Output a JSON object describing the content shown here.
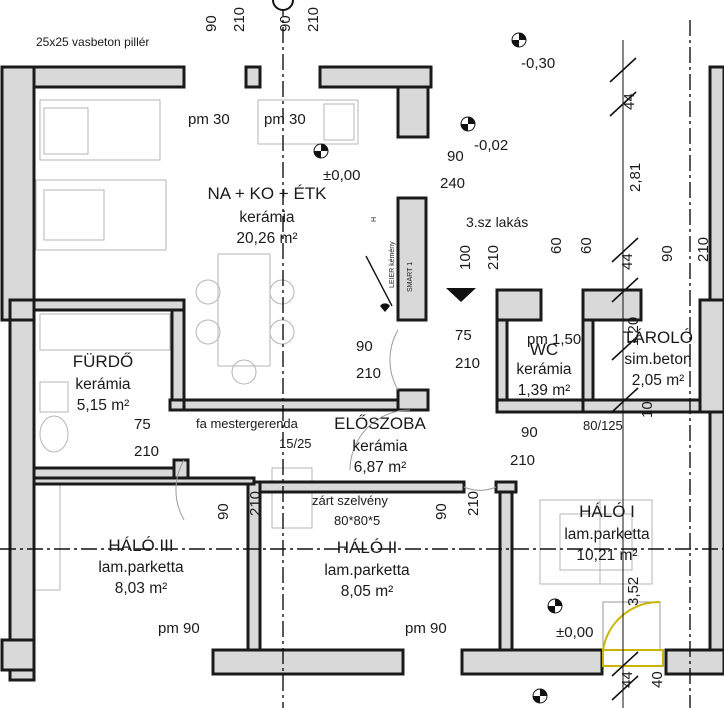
{
  "annotations": {
    "column_note": "25x25 vasbeton pillér",
    "beam_note": "fa mestergerenda",
    "beam_size": "15/25",
    "profile_note": "zárt szelvény",
    "profile_size": "80*80*5",
    "apartment": "3.sz lakás",
    "boiler_1": "LEIER kémény",
    "boiler_2": "SMART 1",
    "door_mark": "H",
    "wc_door": "80/125"
  },
  "levels": {
    "top_right": "-0,30",
    "mid": "-0,02",
    "living": "±0,00",
    "bottom_right": "±0,00"
  },
  "rooms": {
    "living": {
      "name": "NA + KO + ÉTK",
      "floor": "kerámia",
      "area": "20,26 m²"
    },
    "bath": {
      "name": "FÜRDŐ",
      "floor": "kerámia",
      "area": "5,15 m²"
    },
    "hall": {
      "name": "ELŐSZOBA",
      "floor": "kerámia",
      "area": "6,87 m²"
    },
    "wc": {
      "name": "WC",
      "floor": "kerámia",
      "area": "1,39 m²"
    },
    "storage": {
      "name": "TÁROLÓ",
      "floor": "sim.beton",
      "area": "2,05 m²"
    },
    "bed1": {
      "name": "HÁLÓ I",
      "floor": "lam.parketta",
      "area": "10,21 m²"
    },
    "bed2": {
      "name": "HÁLÓ II",
      "floor": "lam.parketta",
      "area": "8,05 m²"
    },
    "bed3": {
      "name": "HÁLÓ III",
      "floor": "lam.parketta",
      "area": "8,03 m²"
    }
  },
  "dimensions": {
    "d90": "90",
    "d210": "210",
    "d75": "75",
    "d240": "240",
    "d100": "100",
    "d60": "60",
    "d44": "44",
    "d281": "2,81",
    "d120": "1,20",
    "d10": "10",
    "d352": "3,52",
    "d40": "40",
    "pm30": "pm 30",
    "pm90": "pm 90",
    "pm150": "pm 1,50"
  }
}
